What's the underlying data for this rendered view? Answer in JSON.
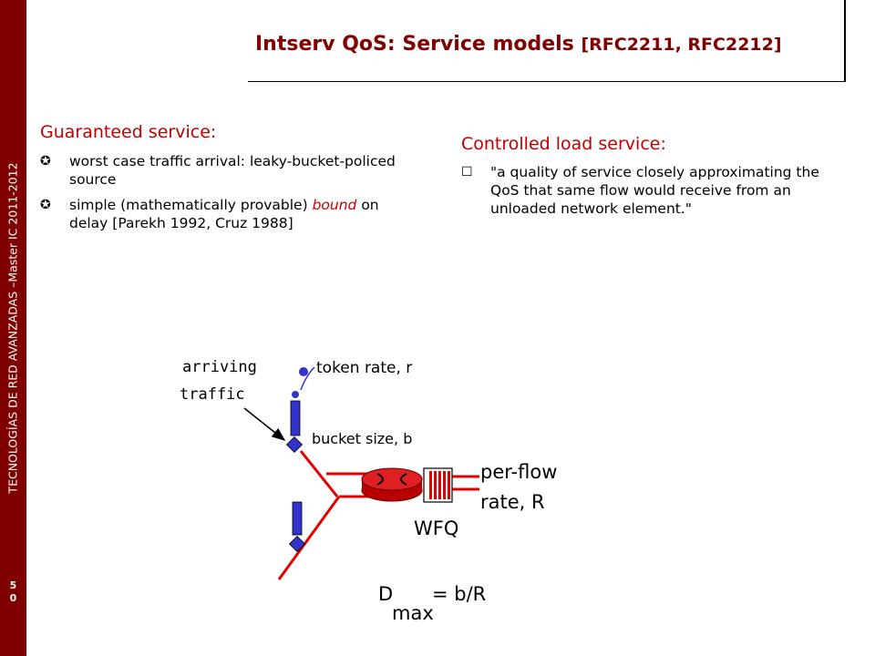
{
  "sidebar": {
    "text": "TECNOLOGÍAS DE RED AVANZADAS –Master IC 2011-2012",
    "slide_number": [
      "5",
      "0"
    ]
  },
  "title": {
    "main": "Intserv QoS: Service models ",
    "ref": "[RFC2211, RFC2212]"
  },
  "left": {
    "heading": "Guaranteed service:",
    "bullets": [
      {
        "text": "worst case traffic arrival: leaky-bucket-policed source"
      },
      {
        "pre": "simple (mathematically provable) ",
        "em": "bound",
        "post": " on delay [Parekh 1992, Cruz 1988]"
      }
    ]
  },
  "right": {
    "heading": "Controlled load service:",
    "bullets": [
      {
        "text": "\"a quality of service closely approximating the QoS that same flow would receive from an unloaded network element.\""
      }
    ]
  },
  "diagram": {
    "arriving": "arriving",
    "traffic": "traffic",
    "token_rate": "token rate, r",
    "bucket_size": "bucket size, b",
    "per_flow": "per-flow",
    "rate": "rate, R",
    "wfq": "WFQ",
    "dmax_d": "D",
    "dmax_sub": "max",
    "dmax_eq": "= b/R"
  },
  "colors": {
    "sidebar": "#800000",
    "title": "#800000",
    "heading": "#c00000",
    "link_line": "#e00000",
    "bucket": "#3333cc"
  }
}
